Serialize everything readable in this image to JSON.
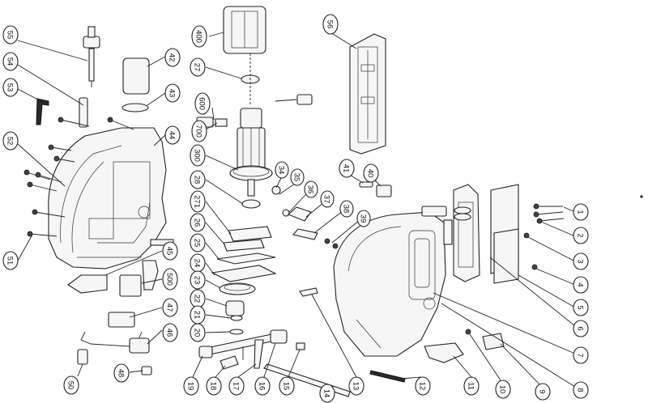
{
  "callouts": [
    {
      "id": "c55",
      "label": "55"
    },
    {
      "id": "c54",
      "label": "54"
    },
    {
      "id": "c53",
      "label": "53"
    },
    {
      "id": "c52",
      "label": "52"
    },
    {
      "id": "c51",
      "label": "51"
    },
    {
      "id": "c42",
      "label": "42"
    },
    {
      "id": "c43",
      "label": "43"
    },
    {
      "id": "c44",
      "label": "44"
    },
    {
      "id": "c45",
      "label": "45"
    },
    {
      "id": "c500",
      "label": "500"
    },
    {
      "id": "c47",
      "label": "47"
    },
    {
      "id": "c46",
      "label": "46"
    },
    {
      "id": "c48",
      "label": "48"
    },
    {
      "id": "c50",
      "label": "50"
    },
    {
      "id": "c400",
      "label": "400"
    },
    {
      "id": "c27",
      "label": "27"
    },
    {
      "id": "c600",
      "label": "600"
    },
    {
      "id": "c700",
      "label": "700"
    },
    {
      "id": "c300",
      "label": "300"
    },
    {
      "id": "c28",
      "label": "28"
    },
    {
      "id": "c271",
      "label": "271"
    },
    {
      "id": "c26",
      "label": "26"
    },
    {
      "id": "c25",
      "label": "25"
    },
    {
      "id": "c24",
      "label": "24"
    },
    {
      "id": "c23",
      "label": "23"
    },
    {
      "id": "c22",
      "label": "22"
    },
    {
      "id": "c21",
      "label": "21"
    },
    {
      "id": "c20",
      "label": "20"
    },
    {
      "id": "c19",
      "label": "19"
    },
    {
      "id": "c18",
      "label": "18"
    },
    {
      "id": "c17",
      "label": "17"
    },
    {
      "id": "c16",
      "label": "16"
    },
    {
      "id": "c15",
      "label": "15"
    },
    {
      "id": "c14",
      "label": "14"
    },
    {
      "id": "c34",
      "label": "34"
    },
    {
      "id": "c35",
      "label": "35"
    },
    {
      "id": "c36",
      "label": "36"
    },
    {
      "id": "c37",
      "label": "37"
    },
    {
      "id": "c38",
      "label": "38"
    },
    {
      "id": "c39",
      "label": "39"
    },
    {
      "id": "c41",
      "label": "41"
    },
    {
      "id": "c40",
      "label": "40"
    },
    {
      "id": "c56",
      "label": "56"
    },
    {
      "id": "c13",
      "label": "13"
    },
    {
      "id": "c12",
      "label": "12"
    },
    {
      "id": "c11",
      "label": "11"
    },
    {
      "id": "c10",
      "label": "10"
    },
    {
      "id": "c9",
      "label": "9"
    },
    {
      "id": "c8",
      "label": "8"
    },
    {
      "id": "c7",
      "label": "7"
    },
    {
      "id": "c6",
      "label": "6"
    },
    {
      "id": "c5",
      "label": "5"
    },
    {
      "id": "c4",
      "label": "4"
    },
    {
      "id": "c3",
      "label": "3"
    },
    {
      "id": "c2",
      "label": "2"
    },
    {
      "id": "c1",
      "label": "1"
    }
  ]
}
